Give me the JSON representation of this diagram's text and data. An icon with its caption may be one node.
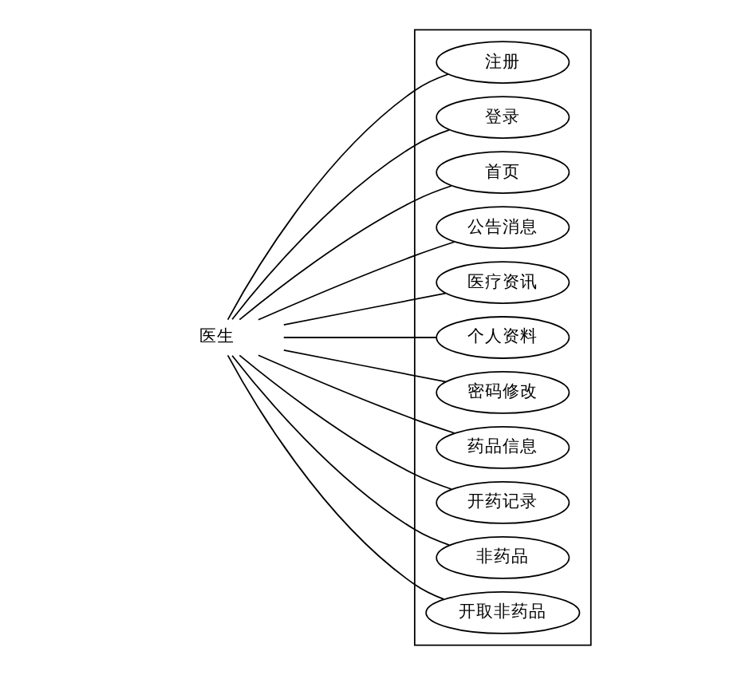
{
  "diagram": {
    "nodes": [
      {
        "text": [
          "医生"
        ]
      },
      {
        "text": [],
        "shape": "box"
      },
      {
        "text": [
          "注册"
        ],
        "in": 1
      },
      {
        "text": [
          "登录"
        ],
        "in": 1
      },
      {
        "text": [
          "首页"
        ],
        "in": 1
      },
      {
        "text": [
          "公告消息"
        ],
        "in": 1
      },
      {
        "text": [
          "医疗资讯"
        ],
        "in": 1
      },
      {
        "text": [
          "个人资料"
        ],
        "in": 1
      },
      {
        "text": [
          "密码修改"
        ],
        "in": 1
      },
      {
        "text": [
          "药品信息"
        ],
        "in": 1
      },
      {
        "text": [
          "开药记录"
        ],
        "in": 1
      },
      {
        "text": [
          "非药品"
        ],
        "in": 1
      },
      {
        "text": [
          "开取非药品"
        ],
        "in": 1
      }
    ],
    "edges": [
      {
        "from": 0,
        "to": 2,
        "arrow": "none"
      },
      {
        "from": 0,
        "to": 3,
        "arrow": "none"
      },
      {
        "from": 0,
        "to": 4,
        "arrow": "none"
      },
      {
        "from": 0,
        "to": 5,
        "arrow": "none"
      },
      {
        "from": 0,
        "to": 6,
        "arrow": "none"
      },
      {
        "from": 0,
        "to": 7,
        "arrow": "none"
      },
      {
        "from": 0,
        "to": 8,
        "arrow": "none"
      },
      {
        "from": 0,
        "to": 9,
        "arrow": "none"
      },
      {
        "from": 0,
        "to": 10,
        "arrow": "none"
      },
      {
        "from": 0,
        "to": 11,
        "arrow": "none"
      },
      {
        "from": 0,
        "to": 12,
        "arrow": "none"
      }
    ]
  }
}
